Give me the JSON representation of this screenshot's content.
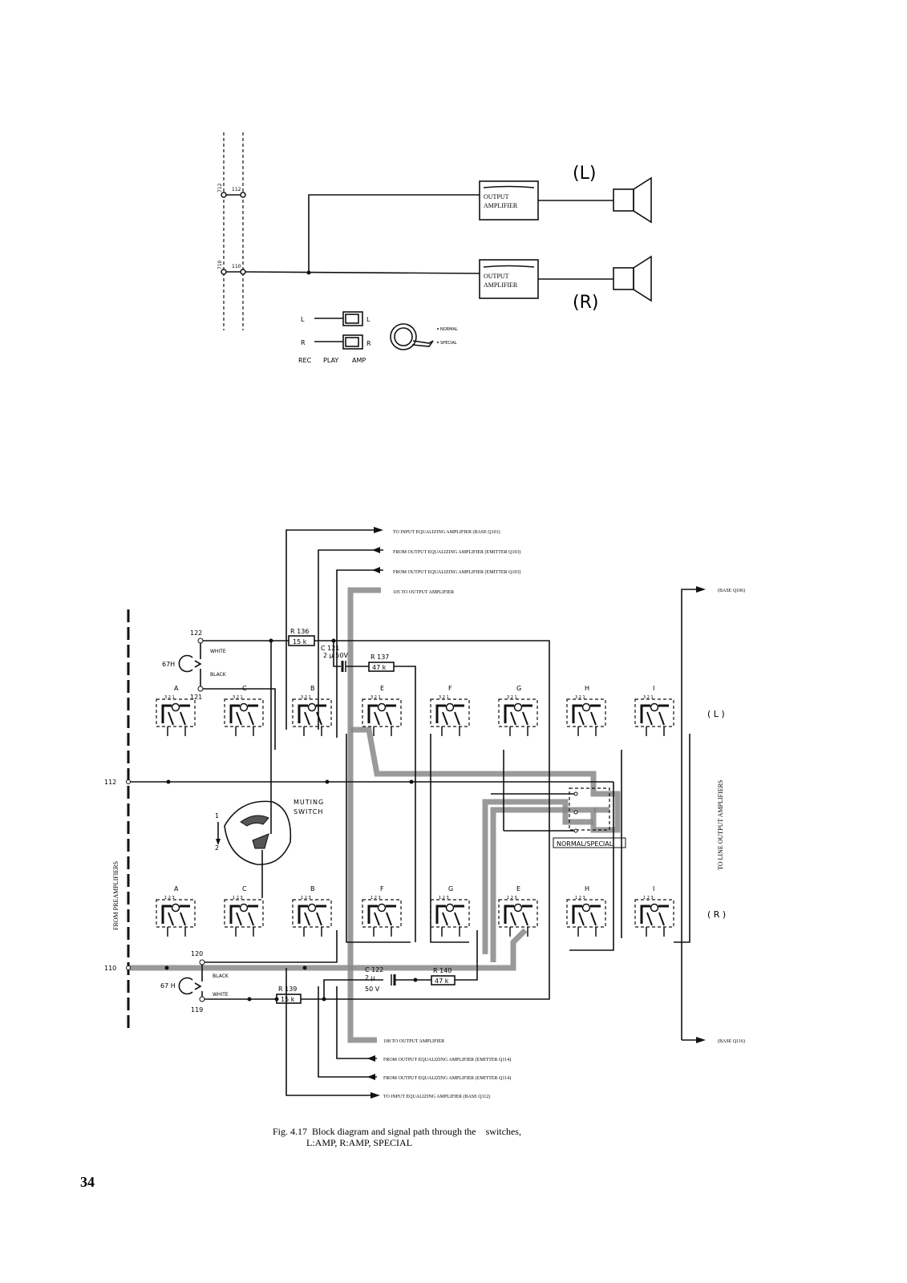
{
  "top_diagram": {
    "terminals": [
      "712",
      "112",
      "710",
      "110"
    ],
    "amp_label_1": "OUTPUT",
    "amp_label_2": "AMPLIFIER",
    "left_channel": "(L)",
    "right_channel": "(R)",
    "legend": {
      "l_left": "L",
      "l_right": "L",
      "r_left": "R",
      "r_right": "R",
      "rec": "REC",
      "play": "PLAY",
      "amp": "AMP",
      "normal": "NORMAL",
      "special": "SPECIAL"
    }
  },
  "bottom_diagram": {
    "arrows_top": [
      "TO INPUT EQUALIZING AMPLIFIER (BASE Q101)",
      "FROM OUTPUT EQUALIZING AMPLIFIER (EMITTER Q103)",
      "FROM OUTPUT EQUALIZING AMPLIFIER (EMITTER Q103)",
      "105 TO OUTPUT AMPLIFIER"
    ],
    "arrows_bottom": [
      "108 TO OUTPUT AMPLIFIER",
      "FROM OUTPUT EQUALIZING AMPLIFIER (EMITTER Q114)",
      "FROM OUTPUT EQUALIZING AMPLIFIER (EMITTER Q114)",
      "TO INPUT EQUALIZING AMPLIFIER (BASE Q112)"
    ],
    "base_top": "(BASE Q106)",
    "base_bottom": "(BASE Q116)",
    "line_112": "112",
    "line_110": "110",
    "nodes": {
      "n122": "122",
      "n121": "121",
      "n120": "120",
      "n119": "119"
    },
    "jack": "67H",
    "jack2": "67 H",
    "white": "WHITE",
    "black": "BLACK",
    "r136": "R 136",
    "r136_val": "15 k",
    "c121": "C 121",
    "c121_val": "2 μ  50V",
    "r137": "R 137",
    "r137_val": "47 k",
    "r139": "R 139",
    "r139_val": "15 k",
    "c122": "C 122",
    "c122_val1": "2 μ",
    "c122_val2": "50 V",
    "r140": "R 140",
    "r140_val": "47 k",
    "muting_1": "MUTING",
    "muting_2": "SWITCH",
    "muting_pos1": "1",
    "muting_pos2": "2",
    "upper_switches": [
      {
        "letter": "A",
        "pins": "3 2 1"
      },
      {
        "letter": "C",
        "pins": "3 2 1"
      },
      {
        "letter": "B",
        "pins": "3 2 1"
      },
      {
        "letter": "E",
        "pins": "3 2 1"
      },
      {
        "letter": "F",
        "pins": "3 2 1"
      },
      {
        "letter": "G",
        "pins": "3 2 1"
      },
      {
        "letter": "H",
        "pins": "3 2 1"
      },
      {
        "letter": "I",
        "pins": "3 2 1"
      }
    ],
    "lower_switches": [
      {
        "letter": "A",
        "pins": "1 2 3"
      },
      {
        "letter": "C",
        "pins": "1 2 3"
      },
      {
        "letter": "B",
        "pins": "1 2 3"
      },
      {
        "letter": "F",
        "pins": "1 2 3"
      },
      {
        "letter": "G",
        "pins": "1 2 3"
      },
      {
        "letter": "E",
        "pins": "1 2 3"
      },
      {
        "letter": "H",
        "pins": "1 2 3"
      },
      {
        "letter": "I",
        "pins": "1 2 3"
      }
    ],
    "normal_special": "NORMAL/SPECIAL",
    "channel_l": "( L )",
    "channel_r": "( R )",
    "to_line": "TO LINE OUTPUT AMPLIFIERS",
    "from_pre": "FROM PREAMPLIFIERS"
  },
  "caption": {
    "line1": "Fig. 4.17  Block diagram and signal path through the    switches,",
    "line2": "L:AMP,  R:AMP,  SPECIAL"
  },
  "page_number": "34"
}
